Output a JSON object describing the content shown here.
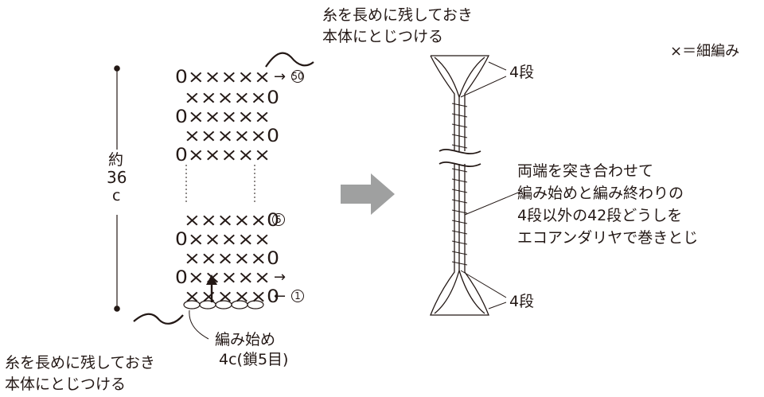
{
  "legend": "×＝細編み",
  "top_note": [
    "糸を長めに残しておき",
    "本体にとじつける"
  ],
  "bottom_note": [
    "糸を長めに残しておき",
    "本体にとじつける"
  ],
  "length_label": [
    "約",
    "36",
    "c"
  ],
  "start_label": [
    "編み始め",
    "4c(鎖5目)"
  ],
  "instruction": [
    "両端を突き合わせて",
    "編み始めと編み終わりの",
    "4段以外の42段どうしを",
    "エコアンダリヤで巻きとじ"
  ],
  "segment_label_top": "4段",
  "segment_label_bottom": "4段",
  "rows": [
    {
      "text": "0×××××",
      "marker": "→",
      "num": "50"
    },
    {
      "text": "×××××0",
      "marker": "",
      "num": ""
    },
    {
      "text": "0×××××",
      "marker": "",
      "num": ""
    },
    {
      "text": "×××××0",
      "marker": "",
      "num": ""
    },
    {
      "text": "0×××××",
      "marker": "",
      "num": ""
    },
    {
      "text": "×××××0",
      "marker": "",
      "num": "5"
    },
    {
      "text": "0×××××",
      "marker": "",
      "num": ""
    },
    {
      "text": "×××××0",
      "marker": "",
      "num": ""
    },
    {
      "text": "0×××××",
      "marker": "→",
      "num": ""
    },
    {
      "text": "×××××0",
      "marker": "←",
      "num": "1"
    }
  ],
  "colors": {
    "ink": "#231815",
    "big_arrow": "#9fa0a0"
  }
}
